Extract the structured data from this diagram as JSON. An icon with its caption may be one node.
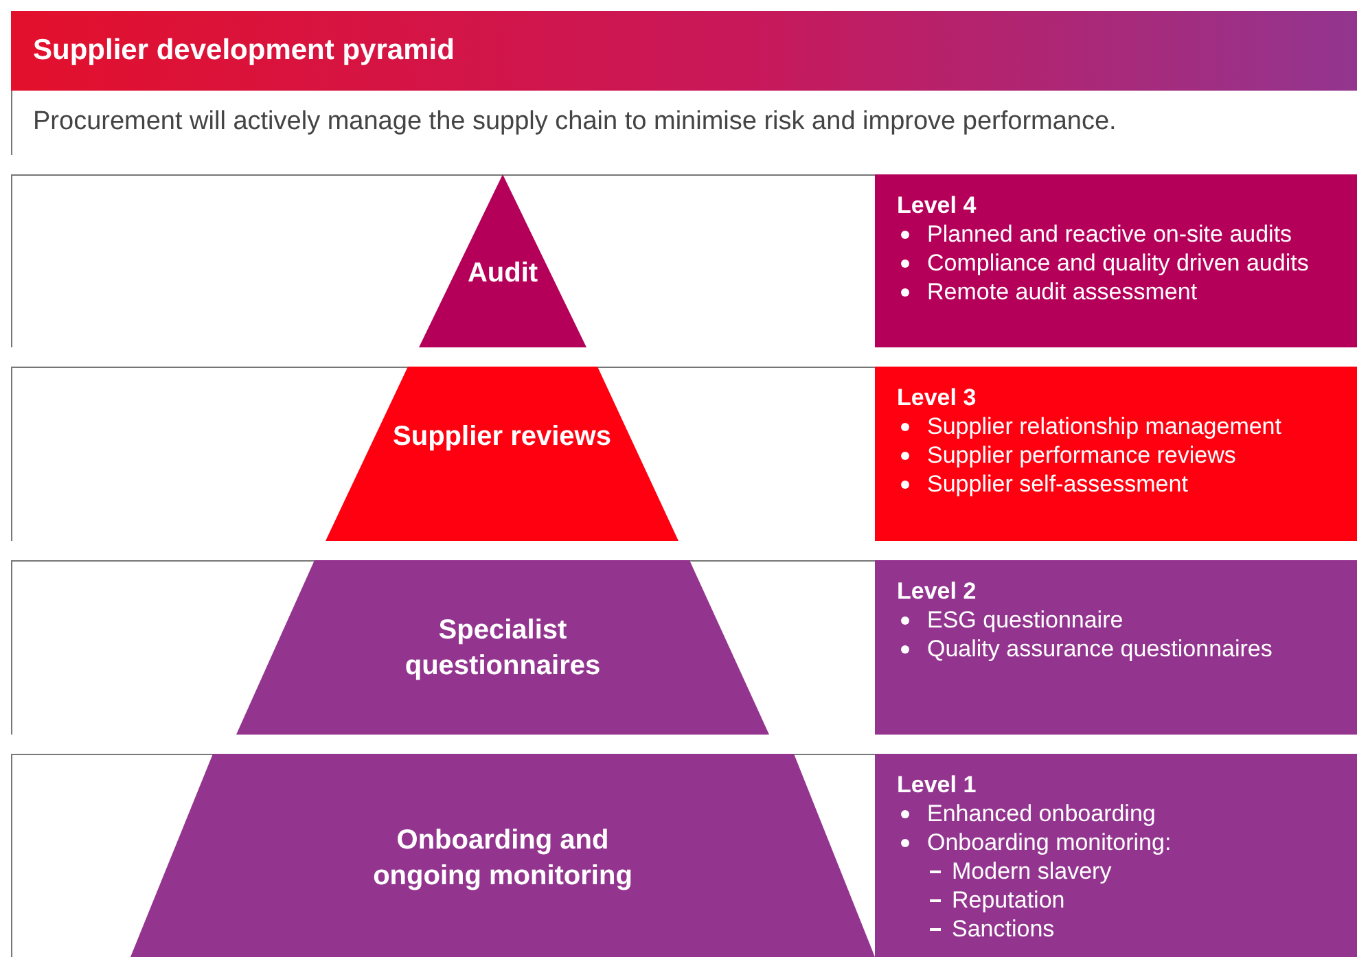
{
  "diagram": {
    "title": "Supplier development pyramid",
    "nodes": [
      {
        "text": [
          "Audit"
        ]
      },
      {
        "text": [
          "Level 4",
          "Planned and reactive on-site audits",
          "Compliance and quality driven audits",
          "Remote audit assessment"
        ]
      },
      {
        "text": [
          "Supplier reviews"
        ]
      },
      {
        "text": [
          "Level 3",
          "Supplier relationship management",
          "Supplier performance reviews",
          "Supplier self-assessment"
        ]
      },
      {
        "text": [
          "Specialist questionnaires"
        ]
      },
      {
        "text": [
          "Level 2",
          "ESG questionnaire",
          "Quality assurance questionnaires"
        ]
      },
      {
        "text": [
          "Onboarding and ongoing monitoring"
        ]
      },
      {
        "text": [
          "Level 1",
          "Enhanced onboarding",
          "Onboarding monitoring:",
          "Modern slavery",
          "Reputation",
          "Sanctions"
        ]
      }
    ],
    "labels": [
      "Procurement will actively manage the supply chain to minimise risk and improve performance."
    ]
  }
}
